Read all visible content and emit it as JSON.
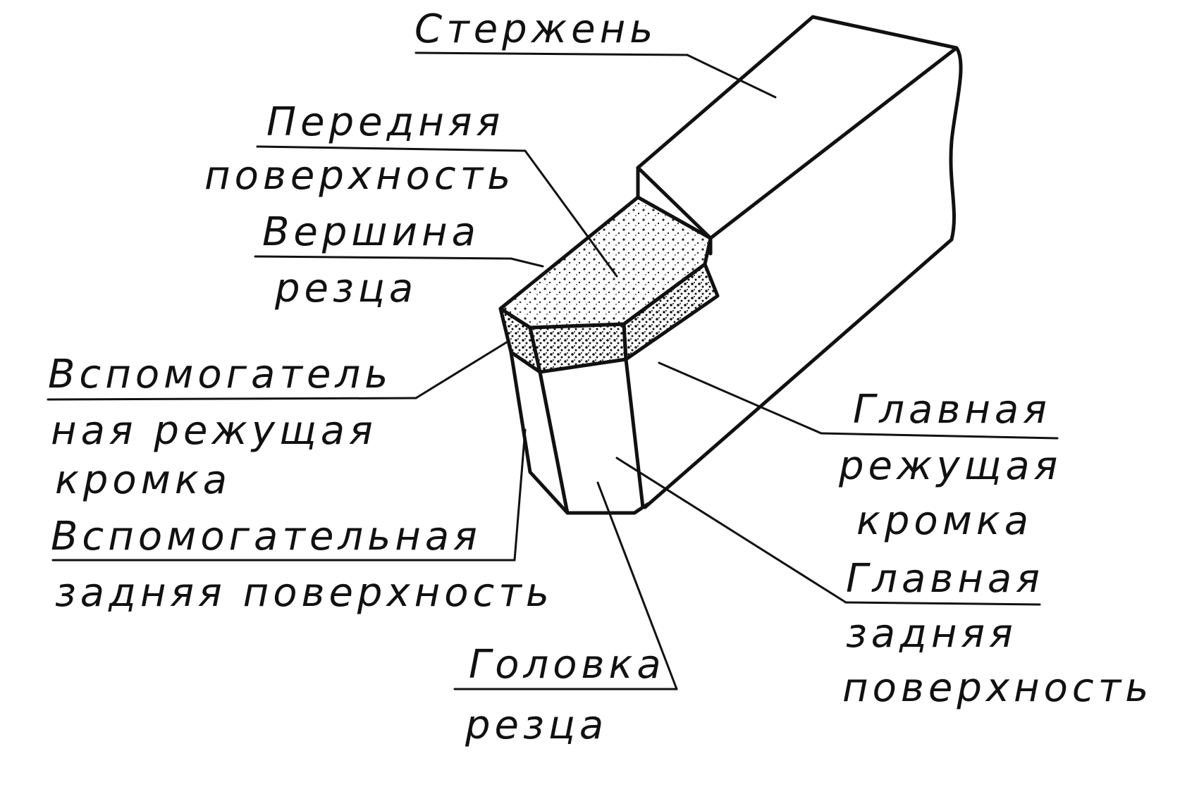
{
  "diagram": {
    "labels": {
      "shank": "Стержень",
      "rake_face_1": "Передняя",
      "rake_face_2": "поверхность",
      "tool_tip_1": "Вершина",
      "tool_tip_2": "резца",
      "aux_edge_1": "Вспомогатель",
      "aux_edge_2": "ная режущая",
      "aux_edge_3": "кромка",
      "aux_flank_1": "Вспомогательная",
      "aux_flank_2": "задняя поверхность",
      "main_edge_1": "Главная",
      "main_edge_2": "режущая",
      "main_edge_3": "кромка",
      "main_flank_1": "Главная",
      "main_flank_2": "задняя",
      "main_flank_3": "поверхность",
      "head_1": "Головка",
      "head_2": "резца"
    },
    "colors": {
      "ink": "#111111",
      "paper": "#ffffff"
    }
  }
}
